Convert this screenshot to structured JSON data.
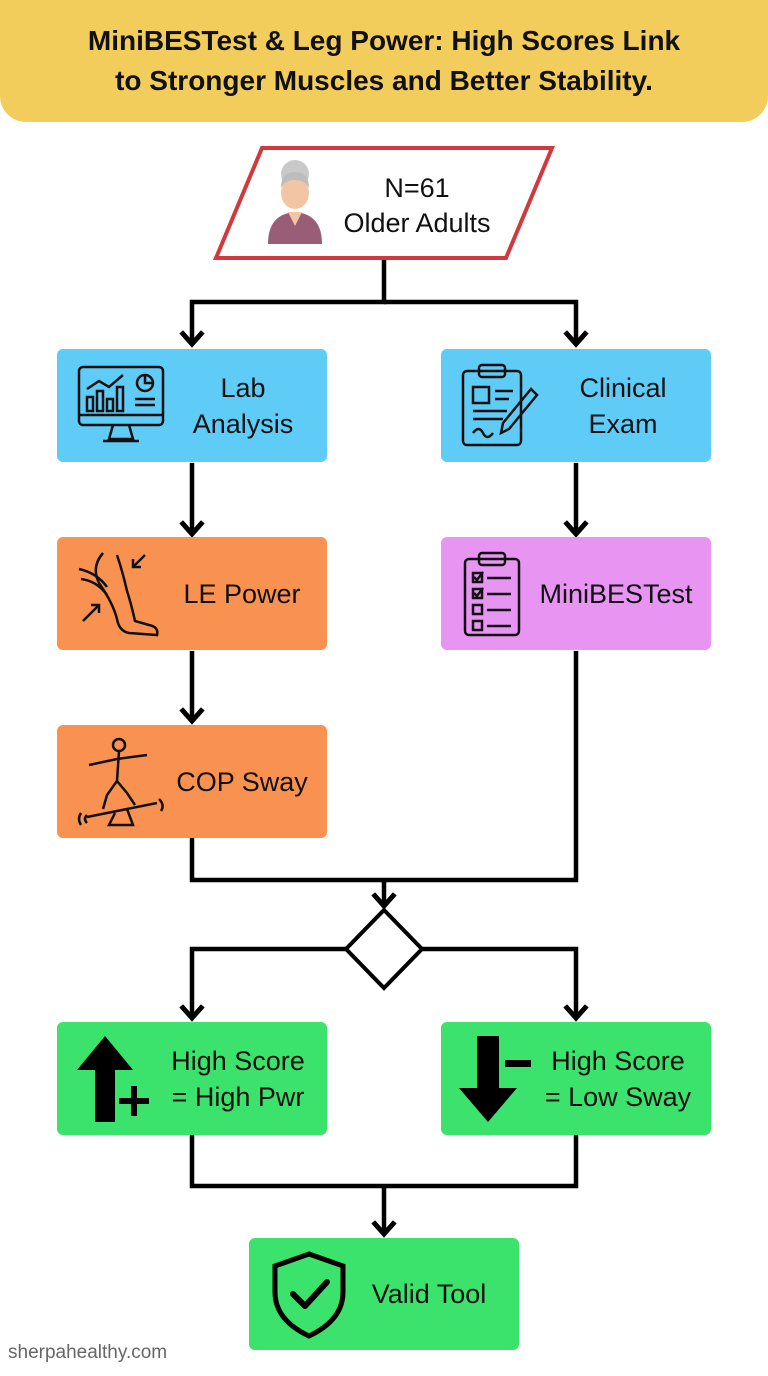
{
  "title": {
    "line1": "MiniBESTest & Leg Power: High Scores Link",
    "line2": "to Stronger Muscles and Better Stability."
  },
  "start": {
    "line1": "N=61",
    "line2": "Older Adults",
    "icon": "older-adult-icon"
  },
  "nodes": {
    "lab": {
      "line1": "Lab",
      "line2": "Analysis",
      "icon": "computer-analytics-icon",
      "color": "#5fcbf7"
    },
    "clinical": {
      "line1": "Clinical",
      "line2": "Exam",
      "icon": "clipboard-pen-icon",
      "color": "#5fcbf7"
    },
    "le_power": {
      "label": "LE Power",
      "icon": "leg-muscle-icon",
      "color": "#f99250"
    },
    "minibestest": {
      "label": "MiniBESTest",
      "icon": "checklist-icon",
      "color": "#e894f3"
    },
    "cop_sway": {
      "label": "COP Sway",
      "icon": "balance-board-icon",
      "color": "#f99250"
    },
    "high_power": {
      "line1": "High Score",
      "line2": "= High Pwr",
      "icon": "arrow-up-plus-icon",
      "color": "#3be36c"
    },
    "low_sway": {
      "line1": "High Score",
      "line2": "= Low Sway",
      "icon": "arrow-down-minus-icon",
      "color": "#3be36c"
    },
    "valid": {
      "label": "Valid Tool",
      "icon": "shield-check-icon",
      "color": "#3be36c"
    }
  },
  "footer": "sherpahealthy.com"
}
